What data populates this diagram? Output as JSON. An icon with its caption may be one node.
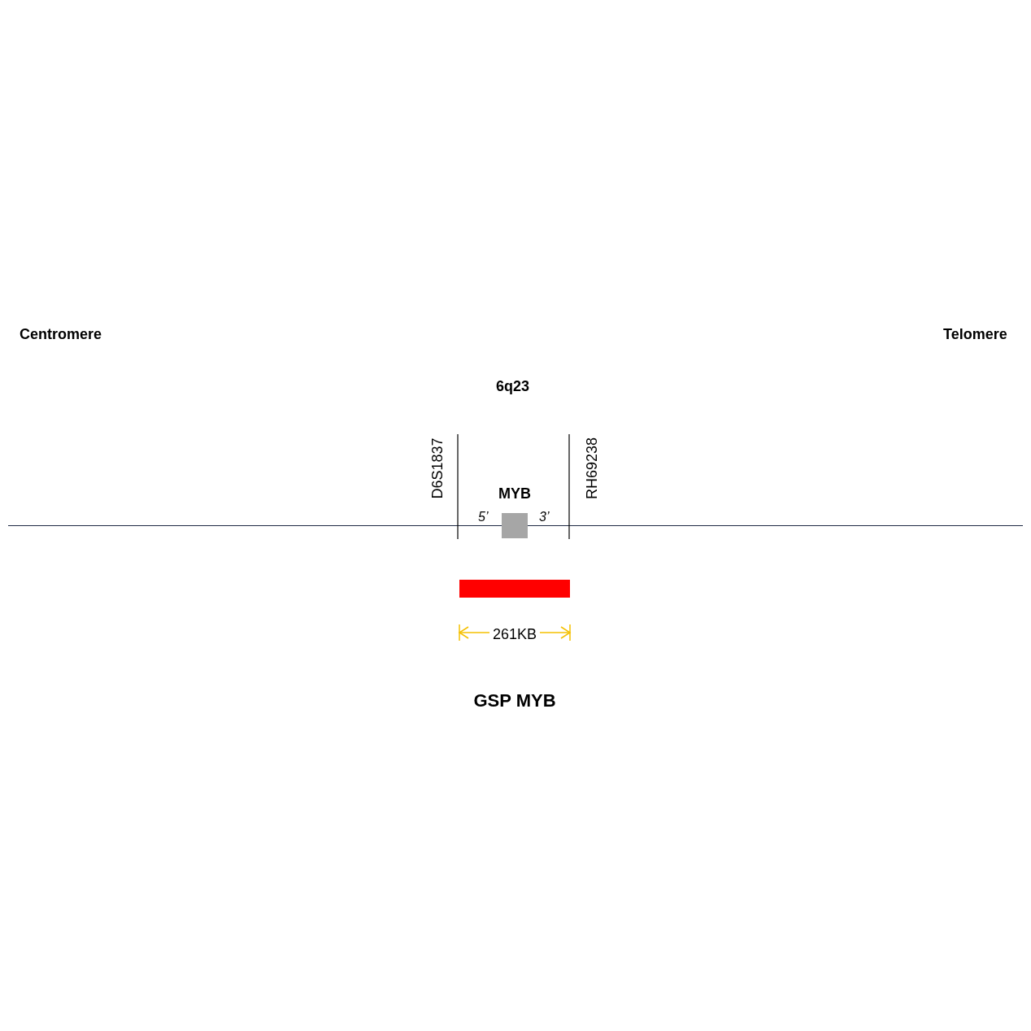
{
  "diagram": {
    "nodes": [
      {
        "text": [
          "MYB"
        ]
      },
      {
        "text": [],
        "shape": "bar"
      }
    ],
    "labels": [
      "Centromere",
      "Telomere",
      "6q23",
      "D6S1837",
      "RH69238",
      "5’",
      "3’",
      "261KB",
      "GSP MYB"
    ]
  }
}
